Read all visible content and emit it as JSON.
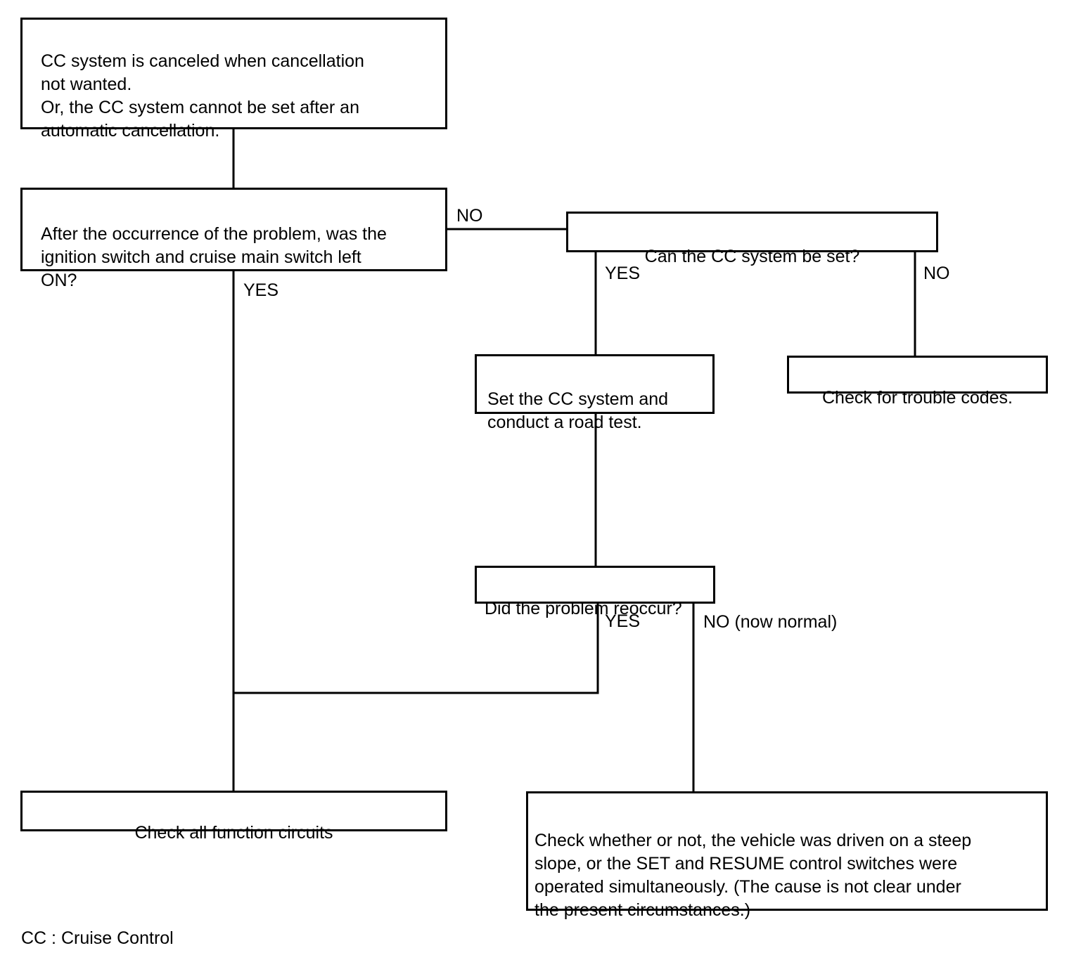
{
  "flowchart": {
    "nodes": {
      "start": "CC system is canceled when cancellation\nnot wanted.\nOr, the CC system cannot be set after an\nautomatic cancellation.",
      "q_switch_on": "After the occurrence of the problem, was the\nignition switch and cruise main switch left\nON?",
      "q_can_set": "Can the CC system be set?",
      "set_road_test": "Set the CC system and\nconduct a road test.",
      "trouble_codes": "Check for trouble codes.",
      "q_reoccur": "Did the problem reoccur?",
      "check_circuits": "Check all function circuits",
      "check_slope": "Check whether or not, the vehicle was driven on a steep\nslope, or the SET and RESUME control switches were\noperated simultaneously. (The cause is not clear under\nthe present circumstances.)"
    },
    "branch_labels": {
      "switch_no": "NO",
      "switch_yes": "YES",
      "can_set_yes": "YES",
      "can_set_no": "NO",
      "reoccur_yes": "YES",
      "reoccur_no": "NO (now normal)"
    },
    "connections": [
      {
        "from": "start",
        "to": "q_switch_on",
        "label": ""
      },
      {
        "from": "q_switch_on",
        "to": "q_can_set",
        "label": "NO"
      },
      {
        "from": "q_switch_on",
        "to": "check_circuits",
        "label": "YES"
      },
      {
        "from": "q_can_set",
        "to": "set_road_test",
        "label": "YES"
      },
      {
        "from": "q_can_set",
        "to": "trouble_codes",
        "label": "NO"
      },
      {
        "from": "set_road_test",
        "to": "q_reoccur",
        "label": ""
      },
      {
        "from": "q_reoccur",
        "to": "check_circuits",
        "label": "YES"
      },
      {
        "from": "q_reoccur",
        "to": "check_slope",
        "label": "NO (now normal)"
      }
    ]
  },
  "footnote": "CC : Cruise Control",
  "colors": {
    "line": "#000000",
    "background": "#ffffff"
  }
}
